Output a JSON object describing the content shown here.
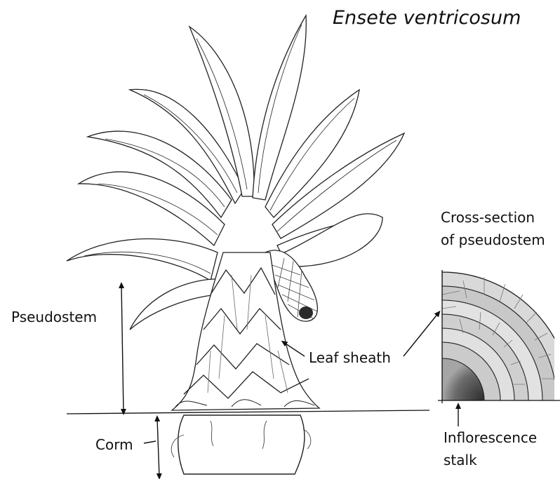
{
  "title": "Ensete ventricosum",
  "labels": {
    "pseudostem": "Pseudostem",
    "corm": "Corm",
    "leaf_sheath": "Leaf sheath",
    "cross_section_line1": "Cross-section",
    "cross_section_line2": "of pseudostem",
    "inflorescence_line1": "Inflorescence",
    "inflorescence_line2": "stalk"
  },
  "colors": {
    "ink": "#111111",
    "background": "#ffffff",
    "shade": "#8a8a8a"
  }
}
